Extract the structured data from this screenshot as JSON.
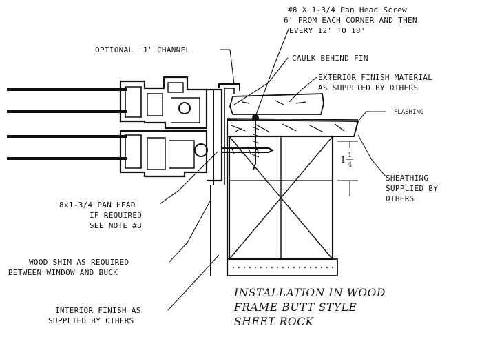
{
  "callouts": {
    "screw_top_line1": "#8 X 1-3/4 Pan Head Screw",
    "screw_top_line2": "6' FROM EACH CORNER AND THEN",
    "screw_top_line3": "EVERY 12' TO 18'",
    "j_channel": "OPTIONAL 'J' CHANNEL",
    "caulk": "CAULK BEHIND FIN",
    "exterior_line1": "EXTERIOR FINISH MATERIAL",
    "exterior_line2": "AS SUPPLIED BY OTHERS",
    "flashing": "FLASHING",
    "sheathing_line1": "SHEATHING",
    "sheathing_line2": "SUPPLIED BY",
    "sheathing_line3": "OTHERS",
    "pan_head_line1": "8x1-3/4 PAN HEAD",
    "pan_head_line2": "IF REQUIRED",
    "pan_head_line3": "SEE NOTE #3",
    "wood_shim_line1": "WOOD SHIM AS REQUIRED",
    "wood_shim_line2": "BETWEEN WINDOW AND BUCK",
    "interior_line1": "INTERIOR FINISH AS",
    "interior_line2": "SUPPLIED BY OTHERS"
  },
  "dimension": {
    "whole": "1",
    "num": "1",
    "den": "4"
  },
  "title": {
    "line1": "INSTALLATION IN WOOD",
    "line2": "FRAME BUTT STYLE",
    "line3": "SHEET ROCK"
  }
}
